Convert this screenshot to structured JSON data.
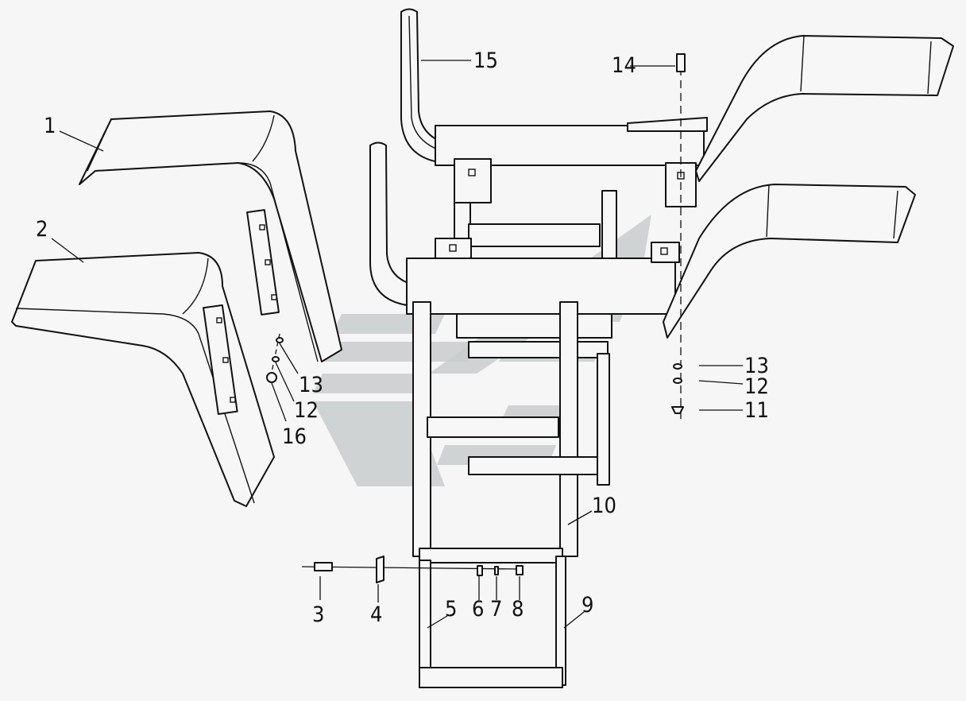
{
  "diagram": {
    "callouts": [
      {
        "id": "c1",
        "text": "1"
      },
      {
        "id": "c2",
        "text": "2"
      },
      {
        "id": "c3",
        "text": "3"
      },
      {
        "id": "c4",
        "text": "4"
      },
      {
        "id": "c5",
        "text": "5"
      },
      {
        "id": "c6",
        "text": "6"
      },
      {
        "id": "c7",
        "text": "7"
      },
      {
        "id": "c8",
        "text": "8"
      },
      {
        "id": "c9",
        "text": "9"
      },
      {
        "id": "c10",
        "text": "10"
      },
      {
        "id": "c11",
        "text": "11"
      },
      {
        "id": "c12a",
        "text": "12"
      },
      {
        "id": "c12b",
        "text": "12"
      },
      {
        "id": "c13a",
        "text": "13"
      },
      {
        "id": "c13b",
        "text": "13"
      },
      {
        "id": "c14",
        "text": "14"
      },
      {
        "id": "c15",
        "text": "15"
      },
      {
        "id": "c16",
        "text": "16"
      }
    ],
    "line_color": "#111111",
    "watermark_color": "#c9cdcd"
  }
}
